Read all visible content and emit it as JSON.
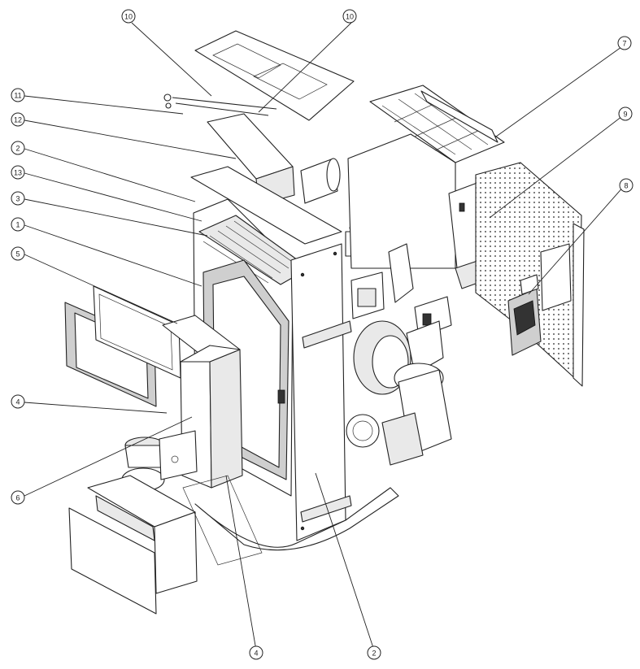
{
  "callouts": [
    {
      "id": "c10a",
      "label": "10"
    },
    {
      "id": "c10b",
      "label": "10"
    },
    {
      "id": "c7",
      "label": "7"
    },
    {
      "id": "c11",
      "label": "11"
    },
    {
      "id": "c12",
      "label": "12"
    },
    {
      "id": "c9",
      "label": "9"
    },
    {
      "id": "c2a",
      "label": "2"
    },
    {
      "id": "c13",
      "label": "13"
    },
    {
      "id": "c8",
      "label": "8"
    },
    {
      "id": "c3",
      "label": "3"
    },
    {
      "id": "c1",
      "label": "1"
    },
    {
      "id": "c5",
      "label": "5"
    },
    {
      "id": "c4a",
      "label": "4"
    },
    {
      "id": "c6",
      "label": "6"
    },
    {
      "id": "c4b",
      "label": "4"
    },
    {
      "id": "c2b",
      "label": "2"
    }
  ]
}
